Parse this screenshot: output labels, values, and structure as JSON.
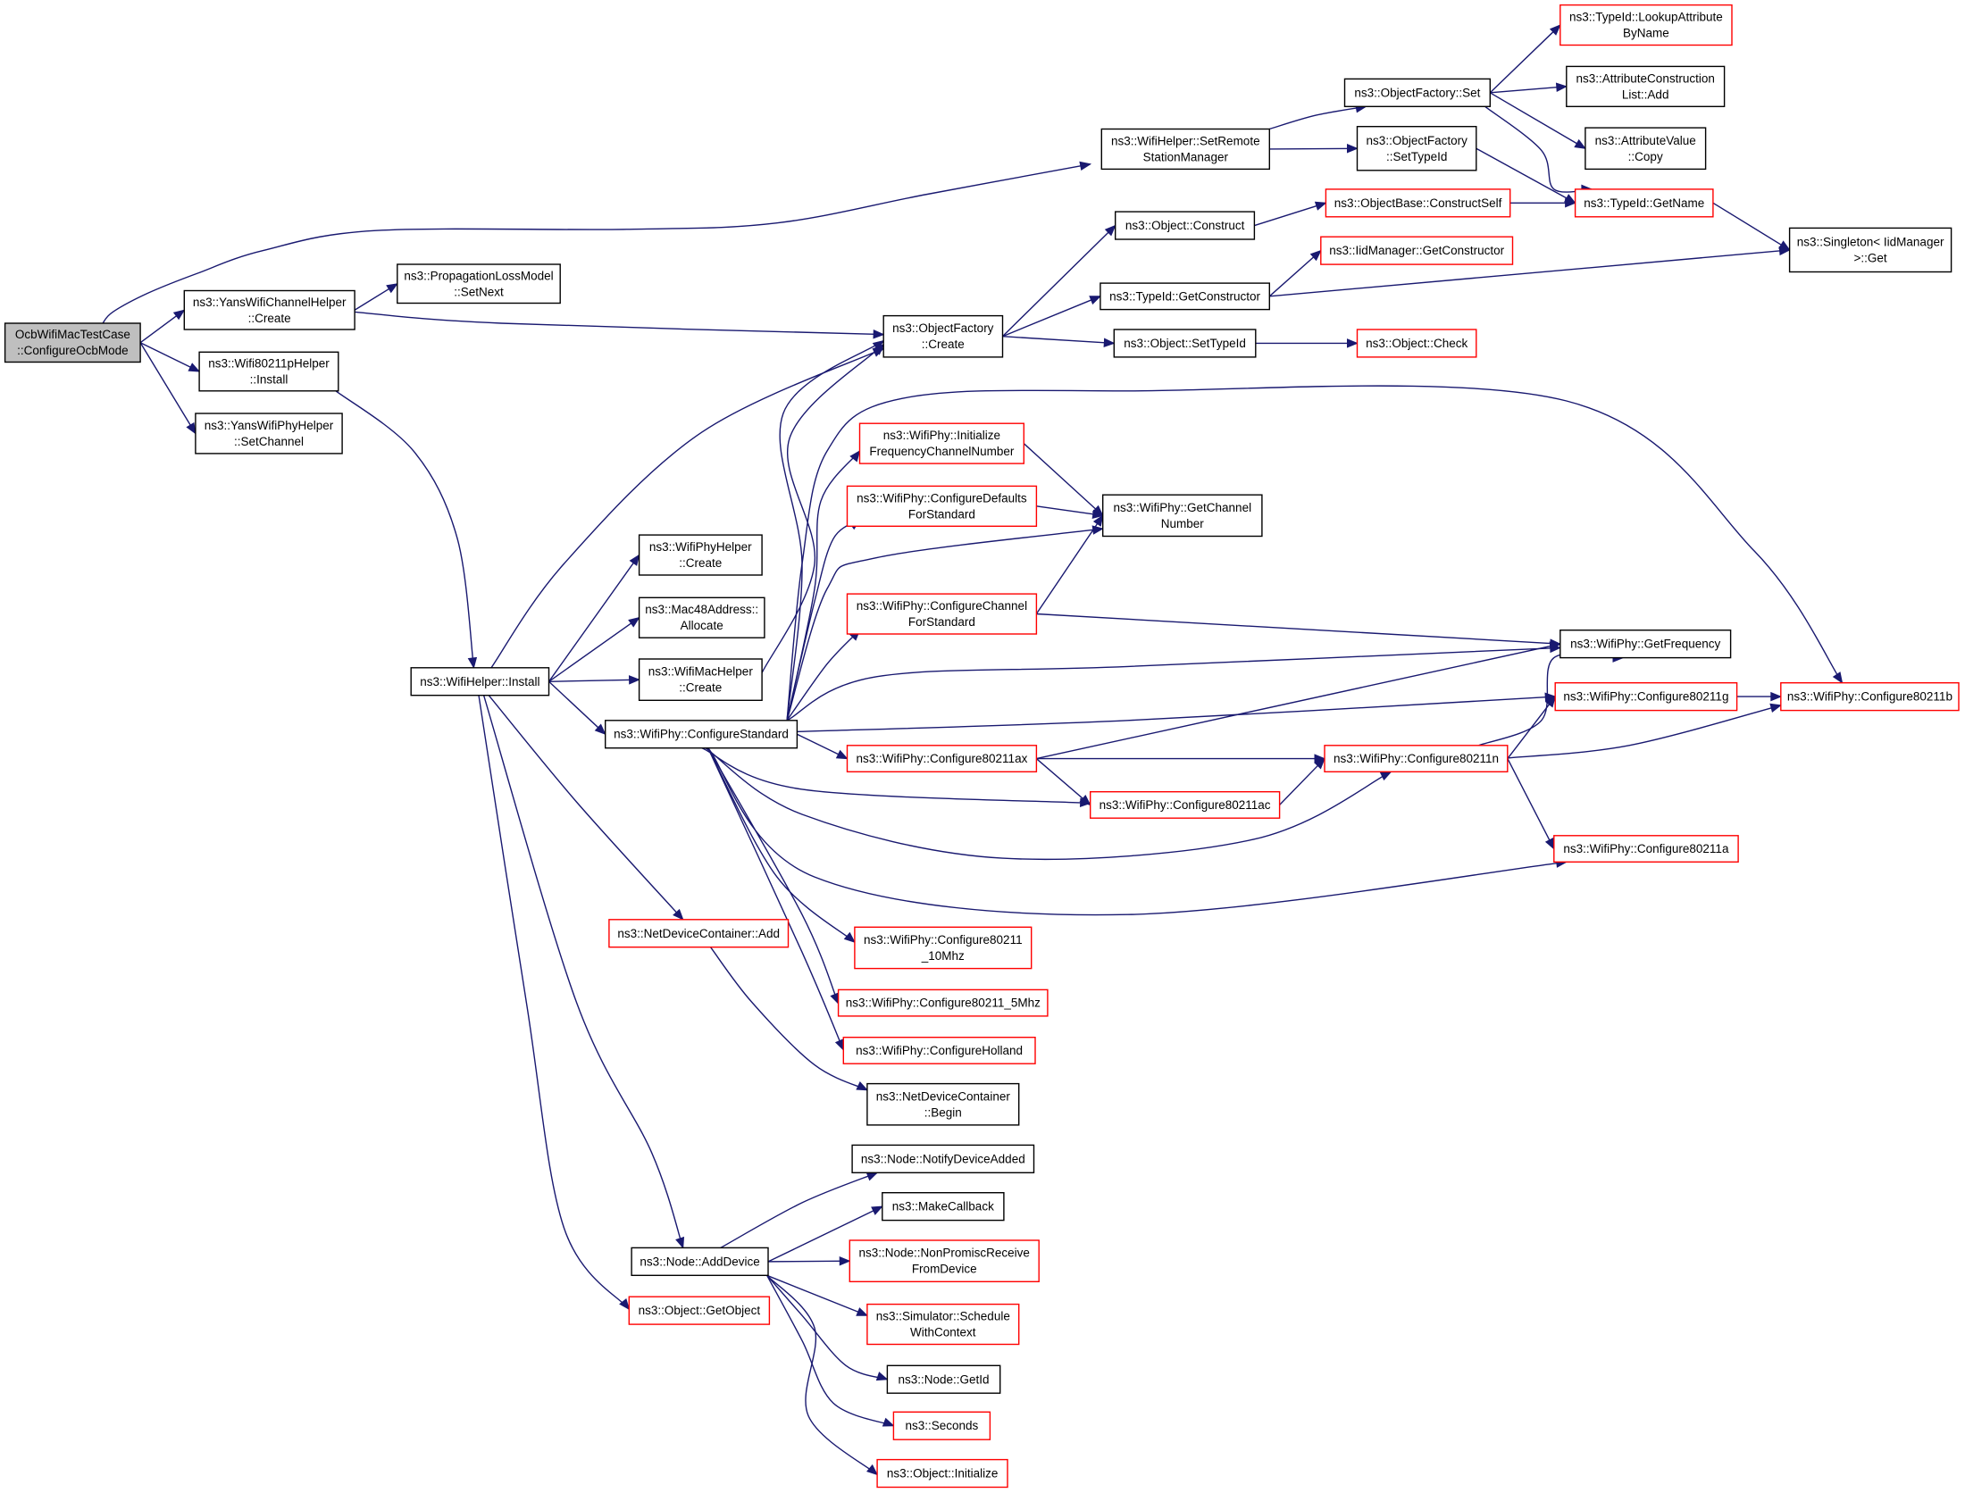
{
  "colors": {
    "edge": "#191970",
    "border_normal": "#000000",
    "border_truncated": "#ff0000",
    "fill_root": "#bfbfbf",
    "fill_node": "#ffffff"
  },
  "nodes": [
    {
      "id": "root",
      "lines": [
        "OcbWifiMacTestCase",
        "::ConfigureOcbMode"
      ],
      "kind": "root"
    },
    {
      "id": "yanschan",
      "lines": [
        "ns3::YansWifiChannelHelper",
        "::Create"
      ],
      "kind": "normal"
    },
    {
      "id": "w80211p",
      "lines": [
        "ns3::Wifi80211pHelper",
        "::Install"
      ],
      "kind": "normal"
    },
    {
      "id": "yansphy",
      "lines": [
        "ns3::YansWifiPhyHelper",
        "::SetChannel"
      ],
      "kind": "normal"
    },
    {
      "id": "proploss",
      "lines": [
        "ns3::PropagationLossModel",
        "::SetNext"
      ],
      "kind": "normal"
    },
    {
      "id": "setremote",
      "lines": [
        "ns3::WifiHelper::SetRemote",
        "StationManager"
      ],
      "kind": "normal"
    },
    {
      "id": "ofset",
      "lines": [
        "ns3::ObjectFactory::Set"
      ],
      "kind": "normal"
    },
    {
      "id": "ofsettypeid",
      "lines": [
        "ns3::ObjectFactory",
        "::SetTypeId"
      ],
      "kind": "normal"
    },
    {
      "id": "lookupattr",
      "lines": [
        "ns3::TypeId::LookupAttribute",
        "ByName"
      ],
      "kind": "truncated"
    },
    {
      "id": "attrconstr",
      "lines": [
        "ns3::AttributeConstruction",
        "List::Add"
      ],
      "kind": "normal"
    },
    {
      "id": "attrvalcopy",
      "lines": [
        "ns3::AttributeValue",
        "::Copy"
      ],
      "kind": "normal"
    },
    {
      "id": "getname",
      "lines": [
        "ns3::TypeId::GetName"
      ],
      "kind": "truncated"
    },
    {
      "id": "singleton",
      "lines": [
        "ns3::Singleton< IidManager",
        ">::Get"
      ],
      "kind": "normal"
    },
    {
      "id": "objconstruct",
      "lines": [
        "ns3::Object::Construct"
      ],
      "kind": "normal"
    },
    {
      "id": "constructself",
      "lines": [
        "ns3::ObjectBase::ConstructSelf"
      ],
      "kind": "truncated"
    },
    {
      "id": "iidgetconstr",
      "lines": [
        "ns3::IidManager::GetConstructor"
      ],
      "kind": "truncated"
    },
    {
      "id": "typeidgetconstr",
      "lines": [
        "ns3::TypeId::GetConstructor"
      ],
      "kind": "normal"
    },
    {
      "id": "ofcreate",
      "lines": [
        "ns3::ObjectFactory",
        "::Create"
      ],
      "kind": "normal"
    },
    {
      "id": "objsettypeid",
      "lines": [
        "ns3::Object::SetTypeId"
      ],
      "kind": "normal"
    },
    {
      "id": "objcheck",
      "lines": [
        "ns3::Object::Check"
      ],
      "kind": "truncated"
    },
    {
      "id": "initfreq",
      "lines": [
        "ns3::WifiPhy::Initialize",
        "FrequencyChannelNumber"
      ],
      "kind": "truncated"
    },
    {
      "id": "cfgdefaults",
      "lines": [
        "ns3::WifiPhy::ConfigureDefaults",
        "ForStandard"
      ],
      "kind": "truncated"
    },
    {
      "id": "getchannum",
      "lines": [
        "ns3::WifiPhy::GetChannel",
        "Number"
      ],
      "kind": "normal"
    },
    {
      "id": "cfgchannel",
      "lines": [
        "ns3::WifiPhy::ConfigureChannel",
        "ForStandard"
      ],
      "kind": "truncated"
    },
    {
      "id": "getfreq",
      "lines": [
        "ns3::WifiPhy::GetFrequency"
      ],
      "kind": "normal"
    },
    {
      "id": "phyhelpercreate",
      "lines": [
        "ns3::WifiPhyHelper",
        "::Create"
      ],
      "kind": "normal"
    },
    {
      "id": "mac48",
      "lines": [
        "ns3::Mac48Address::",
        "Allocate"
      ],
      "kind": "normal"
    },
    {
      "id": "machelpercreate",
      "lines": [
        "ns3::WifiMacHelper",
        "::Create"
      ],
      "kind": "normal"
    },
    {
      "id": "wifihelperinstall",
      "lines": [
        "ns3::WifiHelper::Install"
      ],
      "kind": "normal"
    },
    {
      "id": "cfgstandard",
      "lines": [
        "ns3::WifiPhy::ConfigureStandard"
      ],
      "kind": "normal"
    },
    {
      "id": "cfg80211g",
      "lines": [
        "ns3::WifiPhy::Configure80211g"
      ],
      "kind": "truncated"
    },
    {
      "id": "cfg80211b",
      "lines": [
        "ns3::WifiPhy::Configure80211b"
      ],
      "kind": "truncated"
    },
    {
      "id": "cfg80211ax",
      "lines": [
        "ns3::WifiPhy::Configure80211ax"
      ],
      "kind": "truncated"
    },
    {
      "id": "cfg80211n",
      "lines": [
        "ns3::WifiPhy::Configure80211n"
      ],
      "kind": "truncated"
    },
    {
      "id": "cfg80211ac",
      "lines": [
        "ns3::WifiPhy::Configure80211ac"
      ],
      "kind": "truncated"
    },
    {
      "id": "cfg80211a",
      "lines": [
        "ns3::WifiPhy::Configure80211a"
      ],
      "kind": "truncated"
    },
    {
      "id": "ndcadd",
      "lines": [
        "ns3::NetDeviceContainer::Add"
      ],
      "kind": "truncated"
    },
    {
      "id": "cfg10mhz",
      "lines": [
        "ns3::WifiPhy::Configure80211",
        "_10Mhz"
      ],
      "kind": "truncated"
    },
    {
      "id": "cfg5mhz",
      "lines": [
        "ns3::WifiPhy::Configure80211_5Mhz"
      ],
      "kind": "truncated"
    },
    {
      "id": "cfgholland",
      "lines": [
        "ns3::WifiPhy::ConfigureHolland"
      ],
      "kind": "truncated"
    },
    {
      "id": "ndcbegin",
      "lines": [
        "ns3::NetDeviceContainer",
        "::Begin"
      ],
      "kind": "normal"
    },
    {
      "id": "notifydev",
      "lines": [
        "ns3::Node::NotifyDeviceAdded"
      ],
      "kind": "normal"
    },
    {
      "id": "makecallback",
      "lines": [
        "ns3::MakeCallback"
      ],
      "kind": "normal"
    },
    {
      "id": "nodeadddevice",
      "lines": [
        "ns3::Node::AddDevice"
      ],
      "kind": "normal"
    },
    {
      "id": "nonpromisc",
      "lines": [
        "ns3::Node::NonPromiscReceive",
        "FromDevice"
      ],
      "kind": "truncated"
    },
    {
      "id": "simschedule",
      "lines": [
        "ns3::Simulator::Schedule",
        "WithContext"
      ],
      "kind": "truncated"
    },
    {
      "id": "getobject",
      "lines": [
        "ns3::Object::GetObject"
      ],
      "kind": "truncated"
    },
    {
      "id": "nodegetid",
      "lines": [
        "ns3::Node::GetId"
      ],
      "kind": "normal"
    },
    {
      "id": "seconds",
      "lines": [
        "ns3::Seconds"
      ],
      "kind": "truncated"
    },
    {
      "id": "objinit",
      "lines": [
        "ns3::Object::Initialize"
      ],
      "kind": "truncated"
    }
  ],
  "edges": [
    [
      "root",
      "setremote"
    ],
    [
      "root",
      "yanschan"
    ],
    [
      "root",
      "w80211p"
    ],
    [
      "root",
      "yansphy"
    ],
    [
      "yanschan",
      "proploss"
    ],
    [
      "yanschan",
      "ofcreate"
    ],
    [
      "w80211p",
      "wifihelperinstall"
    ],
    [
      "setremote",
      "ofset"
    ],
    [
      "setremote",
      "ofsettypeid"
    ],
    [
      "ofset",
      "lookupattr"
    ],
    [
      "ofset",
      "attrconstr"
    ],
    [
      "ofset",
      "attrvalcopy"
    ],
    [
      "ofset",
      "getname"
    ],
    [
      "ofsettypeid",
      "getname"
    ],
    [
      "getname",
      "singleton"
    ],
    [
      "ofcreate",
      "objconstruct"
    ],
    [
      "ofcreate",
      "typeidgetconstr"
    ],
    [
      "ofcreate",
      "objsettypeid"
    ],
    [
      "objconstruct",
      "constructself"
    ],
    [
      "constructself",
      "getname"
    ],
    [
      "typeidgetconstr",
      "iidgetconstr"
    ],
    [
      "typeidgetconstr",
      "singleton"
    ],
    [
      "objsettypeid",
      "objcheck"
    ],
    [
      "wifihelperinstall",
      "ofcreate"
    ],
    [
      "wifihelperinstall",
      "phyhelpercreate"
    ],
    [
      "wifihelperinstall",
      "mac48"
    ],
    [
      "wifihelperinstall",
      "machelpercreate"
    ],
    [
      "wifihelperinstall",
      "cfgstandard"
    ],
    [
      "wifihelperinstall",
      "ndcadd"
    ],
    [
      "wifihelperinstall",
      "nodeadddevice"
    ],
    [
      "wifihelperinstall",
      "getobject"
    ],
    [
      "machelpercreate",
      "ofcreate"
    ],
    [
      "cfgstandard",
      "ofcreate"
    ],
    [
      "cfgstandard",
      "initfreq"
    ],
    [
      "cfgstandard",
      "cfgdefaults"
    ],
    [
      "cfgstandard",
      "getchannum"
    ],
    [
      "cfgstandard",
      "cfgchannel"
    ],
    [
      "cfgstandard",
      "getfreq"
    ],
    [
      "cfgstandard",
      "cfg80211g"
    ],
    [
      "cfgstandard",
      "cfg80211b"
    ],
    [
      "cfgstandard",
      "cfg80211ax"
    ],
    [
      "cfgstandard",
      "cfg80211ac"
    ],
    [
      "cfgstandard",
      "cfg80211n"
    ],
    [
      "cfgstandard",
      "cfg80211a"
    ],
    [
      "cfgstandard",
      "cfg10mhz"
    ],
    [
      "cfgstandard",
      "cfg5mhz"
    ],
    [
      "cfgstandard",
      "cfgholland"
    ],
    [
      "initfreq",
      "getchannum"
    ],
    [
      "cfgdefaults",
      "getchannum"
    ],
    [
      "cfgchannel",
      "getchannum"
    ],
    [
      "cfgchannel",
      "getfreq"
    ],
    [
      "cfg80211ax",
      "getfreq"
    ],
    [
      "cfg80211ax",
      "cfg80211n"
    ],
    [
      "cfg80211ax",
      "cfg80211ac"
    ],
    [
      "cfg80211ac",
      "cfg80211n"
    ],
    [
      "cfg80211n",
      "getfreq"
    ],
    [
      "cfg80211n",
      "cfg80211g"
    ],
    [
      "cfg80211n",
      "cfg80211b"
    ],
    [
      "cfg80211n",
      "cfg80211a"
    ],
    [
      "cfg80211g",
      "cfg80211b"
    ],
    [
      "ndcadd",
      "ndcbegin"
    ],
    [
      "nodeadddevice",
      "notifydev"
    ],
    [
      "nodeadddevice",
      "makecallback"
    ],
    [
      "nodeadddevice",
      "nonpromisc"
    ],
    [
      "nodeadddevice",
      "simschedule"
    ],
    [
      "nodeadddevice",
      "nodegetid"
    ],
    [
      "nodeadddevice",
      "seconds"
    ],
    [
      "nodeadddevice",
      "objinit"
    ]
  ]
}
